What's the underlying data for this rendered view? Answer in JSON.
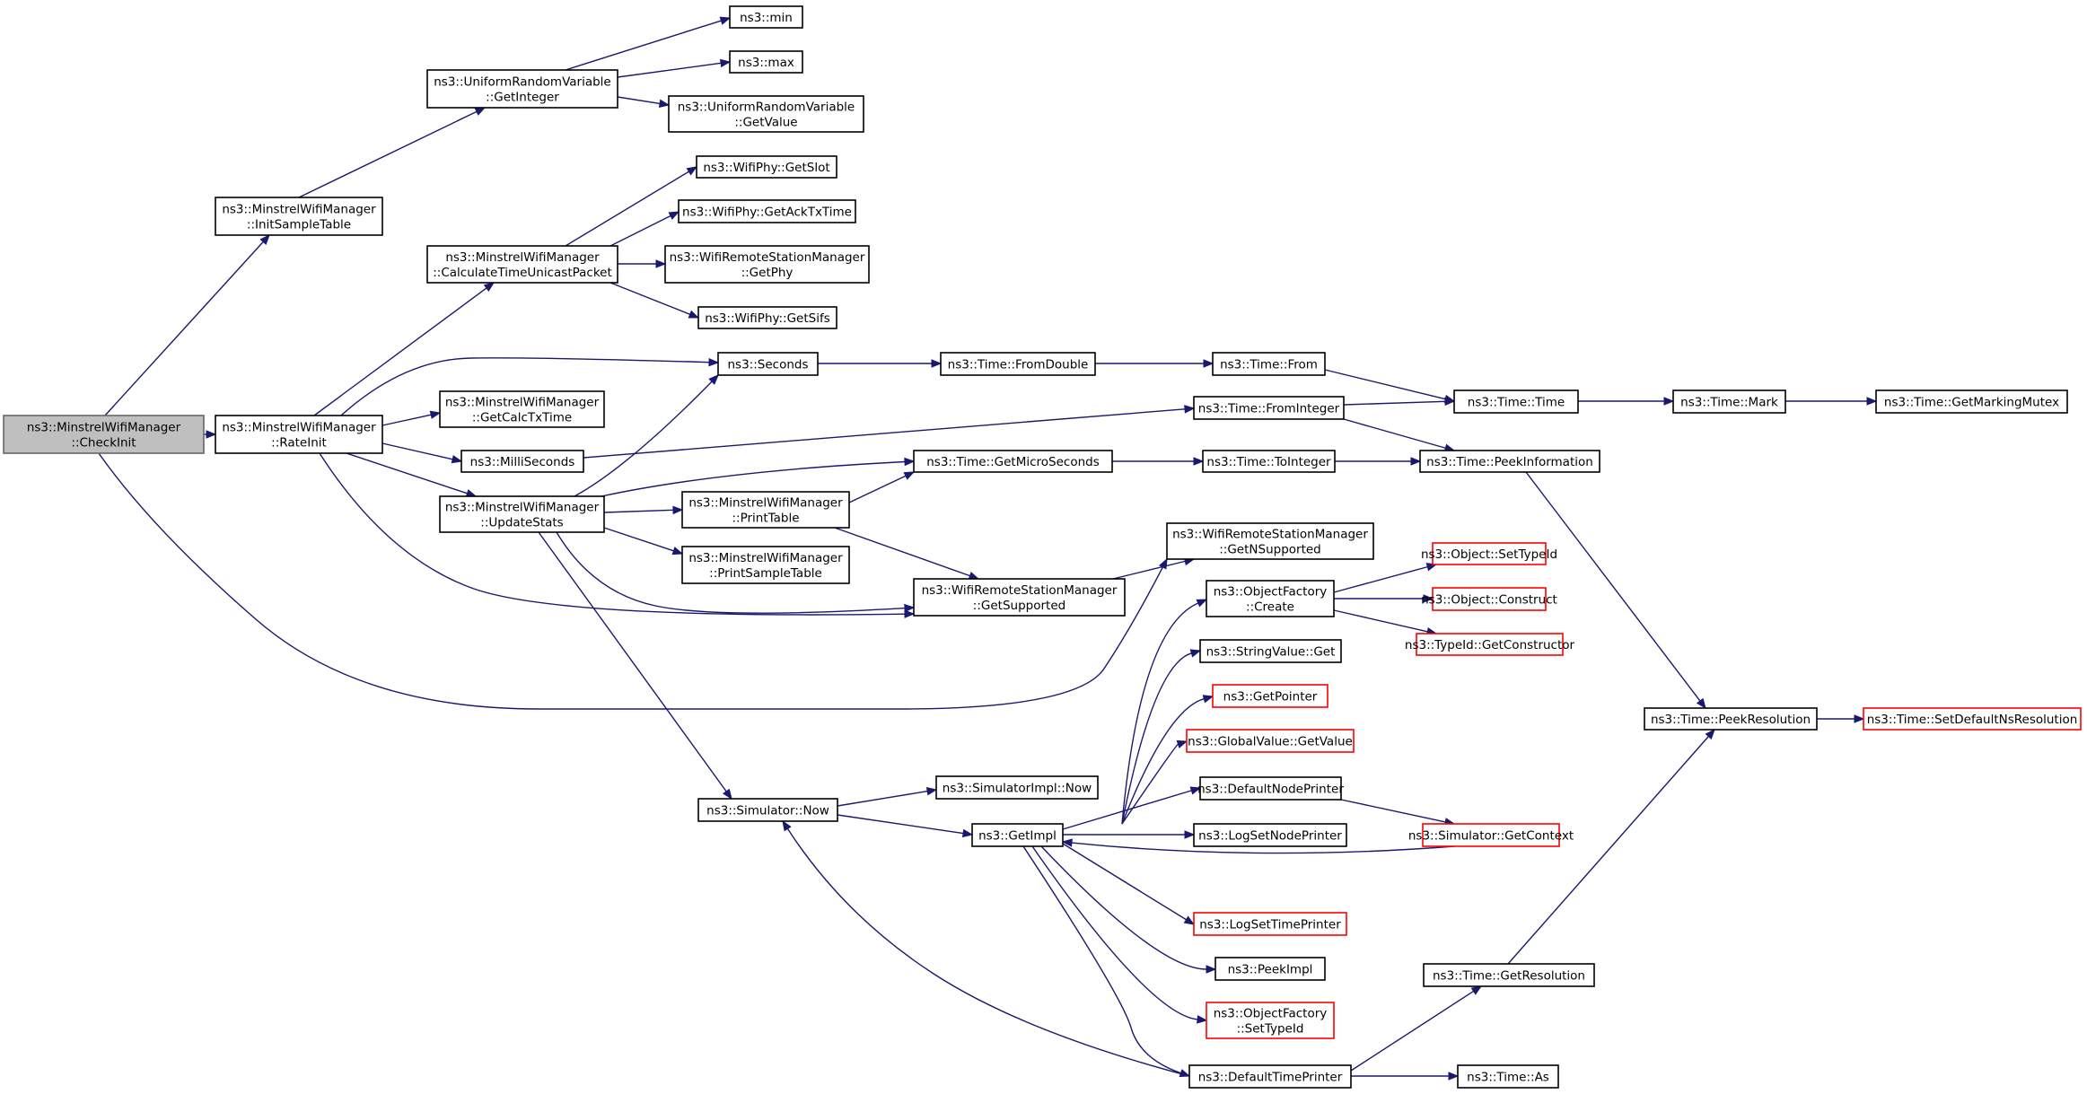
{
  "graph": {
    "nodes": [
      {
        "id": "checkinit",
        "lines": [
          "ns3::MinstrelWifiManager",
          "::CheckInit"
        ],
        "root": true
      },
      {
        "id": "initsample",
        "lines": [
          "ns3::MinstrelWifiManager",
          "::InitSampleTable"
        ]
      },
      {
        "id": "rateinit",
        "lines": [
          "ns3::MinstrelWifiManager",
          "::RateInit"
        ]
      },
      {
        "id": "urv_getint",
        "lines": [
          "ns3::UniformRandomVariable",
          "::GetInteger"
        ]
      },
      {
        "id": "min",
        "lines": [
          "ns3::min"
        ]
      },
      {
        "id": "max",
        "lines": [
          "ns3::max"
        ]
      },
      {
        "id": "urv_getval",
        "lines": [
          "ns3::UniformRandomVariable",
          "::GetValue"
        ]
      },
      {
        "id": "calctime",
        "lines": [
          "ns3::MinstrelWifiManager",
          "::CalculateTimeUnicastPacket"
        ]
      },
      {
        "id": "getslot",
        "lines": [
          "ns3::WifiPhy::GetSlot"
        ]
      },
      {
        "id": "getacktx",
        "lines": [
          "ns3::WifiPhy::GetAckTxTime"
        ]
      },
      {
        "id": "wrsm_getphy",
        "lines": [
          "ns3::WifiRemoteStationManager",
          "::GetPhy"
        ]
      },
      {
        "id": "getsifs",
        "lines": [
          "ns3::WifiPhy::GetSifs"
        ]
      },
      {
        "id": "seconds",
        "lines": [
          "ns3::Seconds"
        ]
      },
      {
        "id": "fromdouble",
        "lines": [
          "ns3::Time::FromDouble"
        ]
      },
      {
        "id": "from",
        "lines": [
          "ns3::Time::From"
        ]
      },
      {
        "id": "time",
        "lines": [
          "ns3::Time::Time"
        ]
      },
      {
        "id": "mark",
        "lines": [
          "ns3::Time::Mark"
        ]
      },
      {
        "id": "getmarking",
        "lines": [
          "ns3::Time::GetMarkingMutex"
        ]
      },
      {
        "id": "getcalctx",
        "lines": [
          "ns3::MinstrelWifiManager",
          "::GetCalcTxTime"
        ]
      },
      {
        "id": "frominteger",
        "lines": [
          "ns3::Time::FromInteger"
        ]
      },
      {
        "id": "milliseconds",
        "lines": [
          "ns3::MilliSeconds"
        ]
      },
      {
        "id": "getmicro",
        "lines": [
          "ns3::Time::GetMicroSeconds"
        ]
      },
      {
        "id": "tointeger",
        "lines": [
          "ns3::Time::ToInteger"
        ]
      },
      {
        "id": "peekinfo",
        "lines": [
          "ns3::Time::PeekInformation"
        ]
      },
      {
        "id": "updatestats",
        "lines": [
          "ns3::MinstrelWifiManager",
          "::UpdateStats"
        ]
      },
      {
        "id": "printtable",
        "lines": [
          "ns3::MinstrelWifiManager",
          "::PrintTable"
        ]
      },
      {
        "id": "printsample",
        "lines": [
          "ns3::MinstrelWifiManager",
          "::PrintSampleTable"
        ]
      },
      {
        "id": "getnsupported",
        "lines": [
          "ns3::WifiRemoteStationManager",
          "::GetNSupported"
        ]
      },
      {
        "id": "getsupported",
        "lines": [
          "ns3::WifiRemoteStationManager",
          "::GetSupported"
        ]
      },
      {
        "id": "objfactory_create",
        "lines": [
          "ns3::ObjectFactory",
          "::Create"
        ]
      },
      {
        "id": "settypeid",
        "lines": [
          "ns3::Object::SetTypeId"
        ],
        "red": true
      },
      {
        "id": "construct",
        "lines": [
          "ns3::Object::Construct"
        ],
        "red": true
      },
      {
        "id": "getconstructor",
        "lines": [
          "ns3::TypeId::GetConstructor"
        ],
        "red": true
      },
      {
        "id": "stringvalue",
        "lines": [
          "ns3::StringValue::Get"
        ]
      },
      {
        "id": "getpointer",
        "lines": [
          "ns3::GetPointer"
        ],
        "red": true
      },
      {
        "id": "globalvalue",
        "lines": [
          "ns3::GlobalValue::GetValue"
        ],
        "red": true
      },
      {
        "id": "peekres",
        "lines": [
          "ns3::Time::PeekResolution"
        ]
      },
      {
        "id": "setdefaultns",
        "lines": [
          "ns3::Time::SetDefaultNsResolution"
        ],
        "red": true
      },
      {
        "id": "simnow",
        "lines": [
          "ns3::Simulator::Now"
        ]
      },
      {
        "id": "simimplnow",
        "lines": [
          "ns3::SimulatorImpl::Now"
        ]
      },
      {
        "id": "defnodeprinter",
        "lines": [
          "ns3::DefaultNodePrinter"
        ]
      },
      {
        "id": "getimpl",
        "lines": [
          "ns3::GetImpl"
        ]
      },
      {
        "id": "logsetnode",
        "lines": [
          "ns3::LogSetNodePrinter"
        ]
      },
      {
        "id": "getcontext",
        "lines": [
          "ns3::Simulator::GetContext"
        ],
        "red": true
      },
      {
        "id": "logsettime",
        "lines": [
          "ns3::LogSetTimePrinter"
        ],
        "red": true
      },
      {
        "id": "peekimpl",
        "lines": [
          "ns3::PeekImpl"
        ]
      },
      {
        "id": "objfactory_settype",
        "lines": [
          "ns3::ObjectFactory",
          "::SetTypeId"
        ],
        "red": true
      },
      {
        "id": "getresolution",
        "lines": [
          "ns3::Time::GetResolution"
        ]
      },
      {
        "id": "deftimeprinter",
        "lines": [
          "ns3::DefaultTimePrinter"
        ]
      },
      {
        "id": "timeas",
        "lines": [
          "ns3::Time::As"
        ]
      }
    ],
    "edges": [
      [
        "checkinit",
        "initsample"
      ],
      [
        "checkinit",
        "rateinit"
      ],
      [
        "checkinit",
        "getnsupported"
      ],
      [
        "initsample",
        "urv_getint"
      ],
      [
        "urv_getint",
        "min"
      ],
      [
        "urv_getint",
        "max"
      ],
      [
        "urv_getint",
        "urv_getval"
      ],
      [
        "rateinit",
        "calctime"
      ],
      [
        "rateinit",
        "seconds"
      ],
      [
        "rateinit",
        "getcalctx"
      ],
      [
        "rateinit",
        "milliseconds"
      ],
      [
        "rateinit",
        "updatestats"
      ],
      [
        "rateinit",
        "getsupported"
      ],
      [
        "calctime",
        "getslot"
      ],
      [
        "calctime",
        "getacktx"
      ],
      [
        "calctime",
        "wrsm_getphy"
      ],
      [
        "calctime",
        "getsifs"
      ],
      [
        "seconds",
        "fromdouble"
      ],
      [
        "fromdouble",
        "from"
      ],
      [
        "from",
        "time"
      ],
      [
        "time",
        "mark"
      ],
      [
        "mark",
        "getmarking"
      ],
      [
        "milliseconds",
        "frominteger"
      ],
      [
        "frominteger",
        "time"
      ],
      [
        "frominteger",
        "peekinfo"
      ],
      [
        "updatestats",
        "seconds"
      ],
      [
        "updatestats",
        "getmicro"
      ],
      [
        "updatestats",
        "printtable"
      ],
      [
        "updatestats",
        "printsample"
      ],
      [
        "updatestats",
        "getsupported"
      ],
      [
        "updatestats",
        "simnow"
      ],
      [
        "printtable",
        "getmicro"
      ],
      [
        "printtable",
        "getsupported"
      ],
      [
        "getmicro",
        "tointeger"
      ],
      [
        "tointeger",
        "peekinfo"
      ],
      [
        "getsupported",
        "getnsupported"
      ],
      [
        "peekinfo",
        "peekres"
      ],
      [
        "peekres",
        "setdefaultns"
      ],
      [
        "objfactory_create",
        "settypeid"
      ],
      [
        "objfactory_create",
        "construct"
      ],
      [
        "objfactory_create",
        "getconstructor"
      ],
      [
        "simnow",
        "simimplnow"
      ],
      [
        "simnow",
        "getimpl"
      ],
      [
        "getimpl",
        "objfactory_create"
      ],
      [
        "getimpl",
        "stringvalue"
      ],
      [
        "getimpl",
        "getpointer"
      ],
      [
        "getimpl",
        "globalvalue"
      ],
      [
        "getimpl",
        "defnodeprinter"
      ],
      [
        "getimpl",
        "logsetnode"
      ],
      [
        "getimpl",
        "logsettime"
      ],
      [
        "getimpl",
        "peekimpl"
      ],
      [
        "getimpl",
        "objfactory_settype"
      ],
      [
        "getimpl",
        "deftimeprinter"
      ],
      [
        "defnodeprinter",
        "getcontext"
      ],
      [
        "getcontext",
        "getimpl"
      ],
      [
        "deftimeprinter",
        "simnow"
      ],
      [
        "deftimeprinter",
        "getresolution"
      ],
      [
        "deftimeprinter",
        "timeas"
      ],
      [
        "getresolution",
        "peekres"
      ]
    ]
  },
  "colors": {
    "edge": "#191970",
    "node_border": "#000000",
    "root_fill": "#bfbfbf",
    "root_border": "#666666",
    "external_border": "#ff0000"
  }
}
